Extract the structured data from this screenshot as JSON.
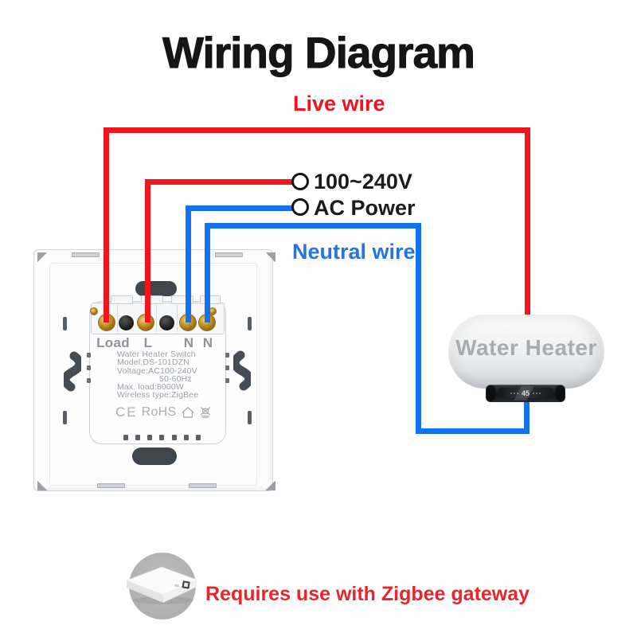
{
  "title": "Wiring Diagram",
  "wiring": {
    "live_wire_label": "Live wire",
    "neutral_wire_label": "Neutral wire",
    "power_label_line1": "100~240V",
    "power_label_line2": "AC Power"
  },
  "switch_device": {
    "terminals": [
      "Load",
      "L",
      "N",
      "N"
    ],
    "product_name": "Water Heater Switch",
    "model": "Model:DS-101DZN",
    "voltage": "Voltage:AC100-240V",
    "frequency": "50-60Hz",
    "max_load": "Max. load:8000W",
    "wireless": "Wireless type:ZigBee",
    "cert_ce": "CE",
    "cert_rohs": "RoHS"
  },
  "water_heater": {
    "label": "Water Heater",
    "display_value": "45"
  },
  "footer": {
    "note": "Requires use with Zigbee gateway"
  },
  "colors": {
    "live_wire": "#f1151b",
    "neutral_wire": "#1271ef",
    "live_text": "#f3121c",
    "neutral_text": "#2274e9",
    "note_text": "#e8252b",
    "title_text": "#151515"
  }
}
